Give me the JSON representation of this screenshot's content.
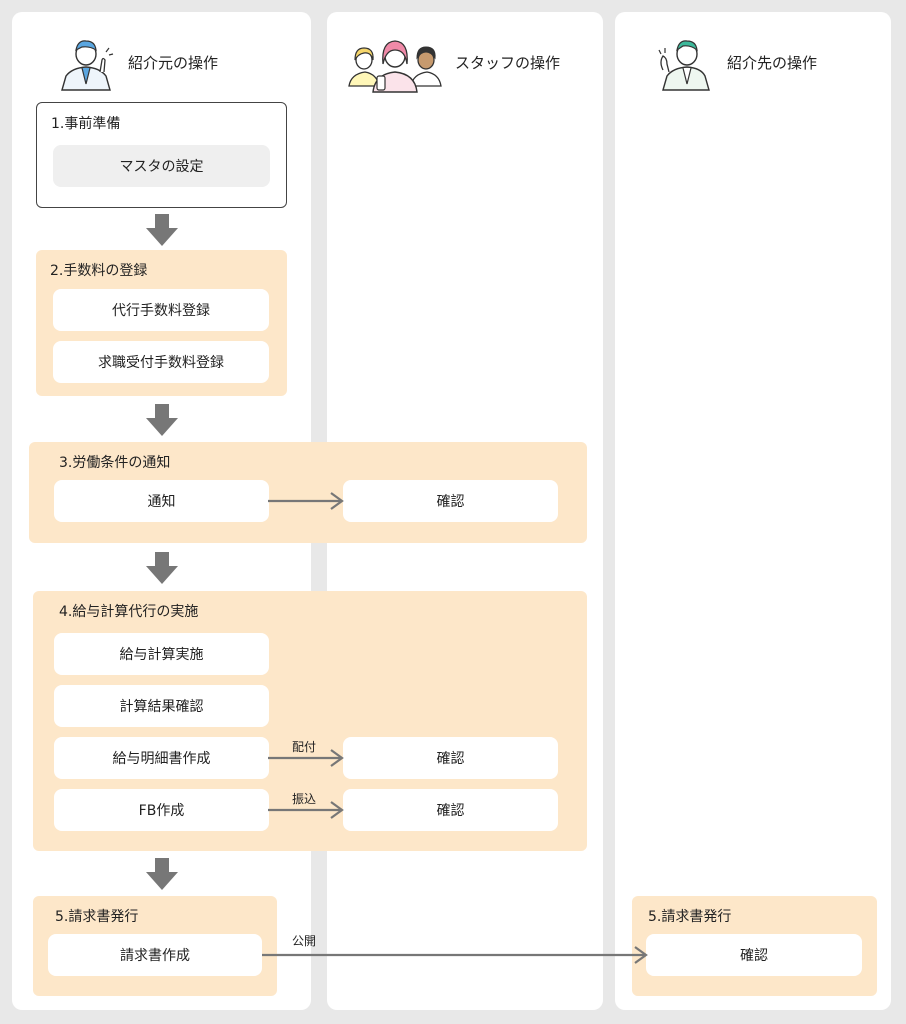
{
  "columns": [
    {
      "title": "紹介元の操作"
    },
    {
      "title": "スタッフの操作"
    },
    {
      "title": "紹介先の操作"
    }
  ],
  "steps": {
    "s1": {
      "title": "1.事前準備",
      "items": [
        "マスタの設定"
      ]
    },
    "s2": {
      "title": "2.手数料の登録",
      "items": [
        "代行手数料登録",
        "求職受付手数料登録"
      ]
    },
    "s3": {
      "title": "3.労働条件の通知",
      "items": [
        "通知"
      ],
      "staff": [
        "確認"
      ]
    },
    "s4": {
      "title": "4.給与計算代行の実施",
      "items": [
        "給与計算実施",
        "計算結果確認",
        "給与明細書作成",
        "FB作成"
      ],
      "staff": [
        "確認",
        "確認"
      ],
      "arrow_labels": [
        "配付",
        "振込"
      ]
    },
    "s5": {
      "title": "5.請求書発行",
      "items": [
        "請求書作成"
      ],
      "dest_title": "5.請求書発行",
      "dest_items": [
        "確認"
      ],
      "arrow_label": "公開"
    }
  },
  "colors": {
    "background": "#e8e8e8",
    "column": "#ffffff",
    "step_fill": "#fde7c9",
    "arrow": "#777777",
    "accent_blue": "#5aa6e0",
    "accent_pink": "#f08aa8",
    "accent_green": "#3cb89a"
  },
  "icons": [
    "introducer-person-icon",
    "staff-group-icon",
    "client-person-icon",
    "down-arrow-icon",
    "right-arrow-icon"
  ]
}
